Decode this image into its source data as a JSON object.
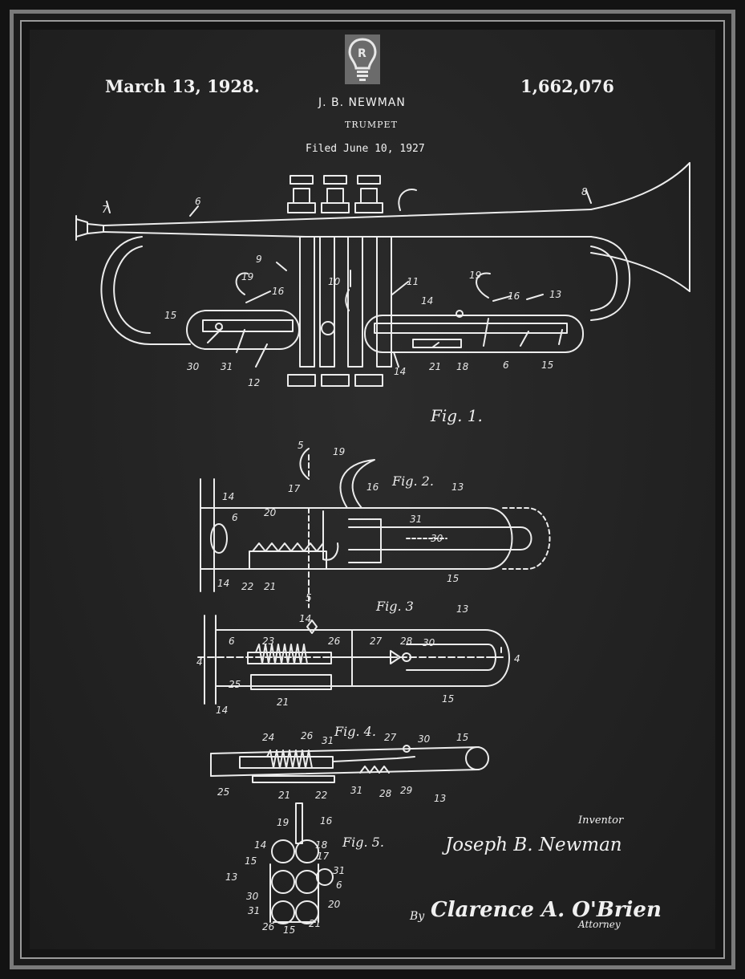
{
  "header": {
    "date": "March 13, 1928.",
    "patent_number": "1,662,076",
    "inventor_name": "J. B. NEWMAN",
    "subject": "TRUMPET",
    "filed": "Filed June 10, 1927"
  },
  "figures": {
    "fig1": "Fig. 1.",
    "fig2": "Fig. 2.",
    "fig3": "Fig. 3",
    "fig4": "Fig. 4.",
    "fig5": "Fig. 5."
  },
  "ref_numbers": {
    "fig1": [
      "7",
      "6",
      "8",
      "9",
      "10",
      "11",
      "19",
      "16",
      "19",
      "16",
      "13",
      "14",
      "15",
      "30",
      "31",
      "12",
      "14",
      "21",
      "18",
      "6",
      "15"
    ],
    "fig2": [
      "5",
      "19",
      "17",
      "16",
      "13",
      "14",
      "6",
      "20",
      "31",
      "30",
      "14",
      "22",
      "21",
      "5",
      "15"
    ],
    "fig3": [
      "14",
      "13",
      "4",
      "6",
      "23",
      "26",
      "27",
      "28",
      "30",
      "4",
      "25",
      "14",
      "21",
      "15"
    ],
    "fig4": [
      "24",
      "26",
      "31",
      "27",
      "30",
      "15",
      "25",
      "21",
      "22",
      "31",
      "28",
      "29",
      "13"
    ],
    "fig5": [
      "19",
      "16",
      "14",
      "18",
      "15",
      "17",
      "13",
      "31",
      "30",
      "6",
      "31",
      "20",
      "26",
      "15",
      "21"
    ]
  },
  "signatures": {
    "inventor_label": "Inventor",
    "inventor_signature": "Joseph B. Newman",
    "by_label": "By",
    "attorney_signature": "Clarence A. O'Brien",
    "attorney_label": "Attorney"
  },
  "colors": {
    "background": "#232323",
    "lines": "#eeeeee",
    "frame": "#7a7a7a"
  },
  "icons": {
    "logo": "lightbulb-r-logo-icon"
  }
}
